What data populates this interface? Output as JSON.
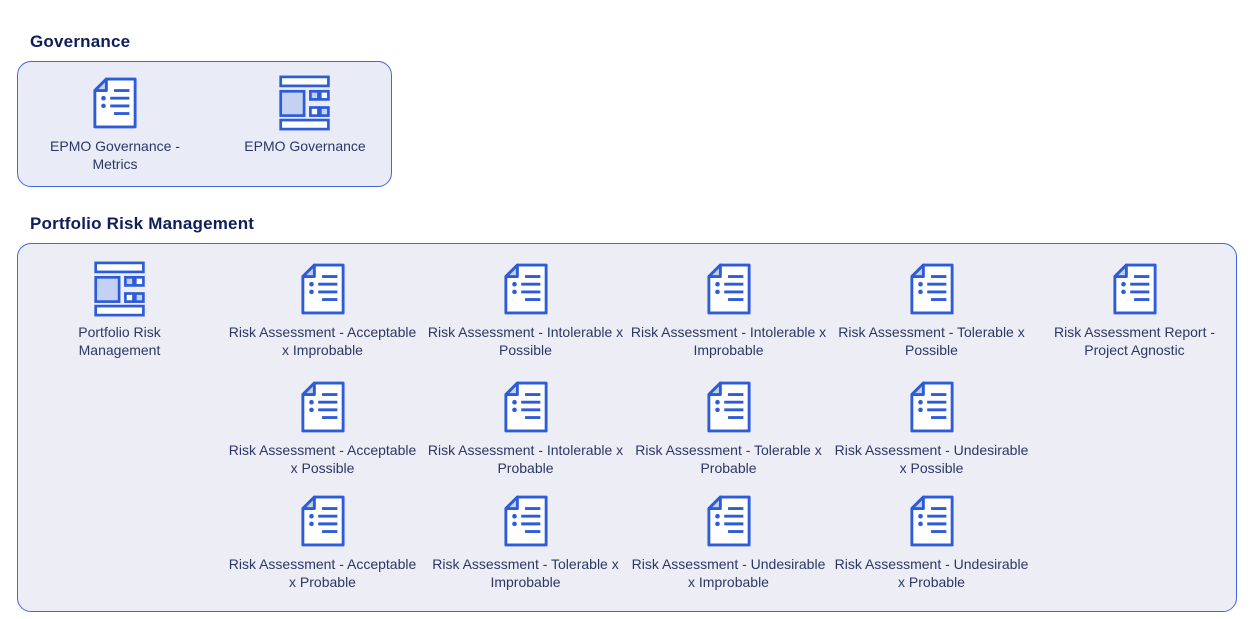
{
  "colors": {
    "accent_blue": "#2e5cd7",
    "icon_light_fill": "#c3d1f2",
    "panel_border": "#4169dd",
    "governance_panel_bg": "#e9ebf7",
    "risk_panel_bg": "#edeef5",
    "heading_text": "#0e1d5c",
    "label_text": "#2b3766",
    "page_bg": "#ffffff"
  },
  "sections": {
    "governance": {
      "title": "Governance",
      "items": [
        {
          "label": "EPMO Governance - Metrics",
          "icon": "document-icon"
        },
        {
          "label": "EPMO Governance",
          "icon": "dashboard-icon"
        }
      ]
    },
    "portfolio_risk": {
      "title": "Portfolio Risk Management",
      "items": [
        {
          "label": "Portfolio Risk Management",
          "icon": "dashboard-icon"
        },
        {
          "label": "Risk Assessment - Acceptable x Improbable",
          "icon": "document-icon"
        },
        {
          "label": "Risk Assessment - Intolerable x Possible",
          "icon": "document-icon"
        },
        {
          "label": "Risk Assessment - Intolerable x Improbable",
          "icon": "document-icon"
        },
        {
          "label": "Risk Assessment - Tolerable x Possible",
          "icon": "document-icon"
        },
        {
          "label": "Risk Assessment Report - Project Agnostic",
          "icon": "document-icon"
        },
        {
          "label": "Risk Assessment - Acceptable x Possible",
          "icon": "document-icon"
        },
        {
          "label": "Risk Assessment - Intolerable x Probable",
          "icon": "document-icon"
        },
        {
          "label": "Risk Assessment - Tolerable x Probable",
          "icon": "document-icon"
        },
        {
          "label": "Risk Assessment - Undesirable x Possible",
          "icon": "document-icon"
        },
        {
          "label": "Risk Assessment - Acceptable x Probable",
          "icon": "document-icon"
        },
        {
          "label": "Risk Assessment - Tolerable x Improbable",
          "icon": "document-icon"
        },
        {
          "label": "Risk Assessment - Undesirable x Improbable",
          "icon": "document-icon"
        },
        {
          "label": "Risk Assessment - Undesirable x Probable",
          "icon": "document-icon"
        }
      ]
    }
  }
}
